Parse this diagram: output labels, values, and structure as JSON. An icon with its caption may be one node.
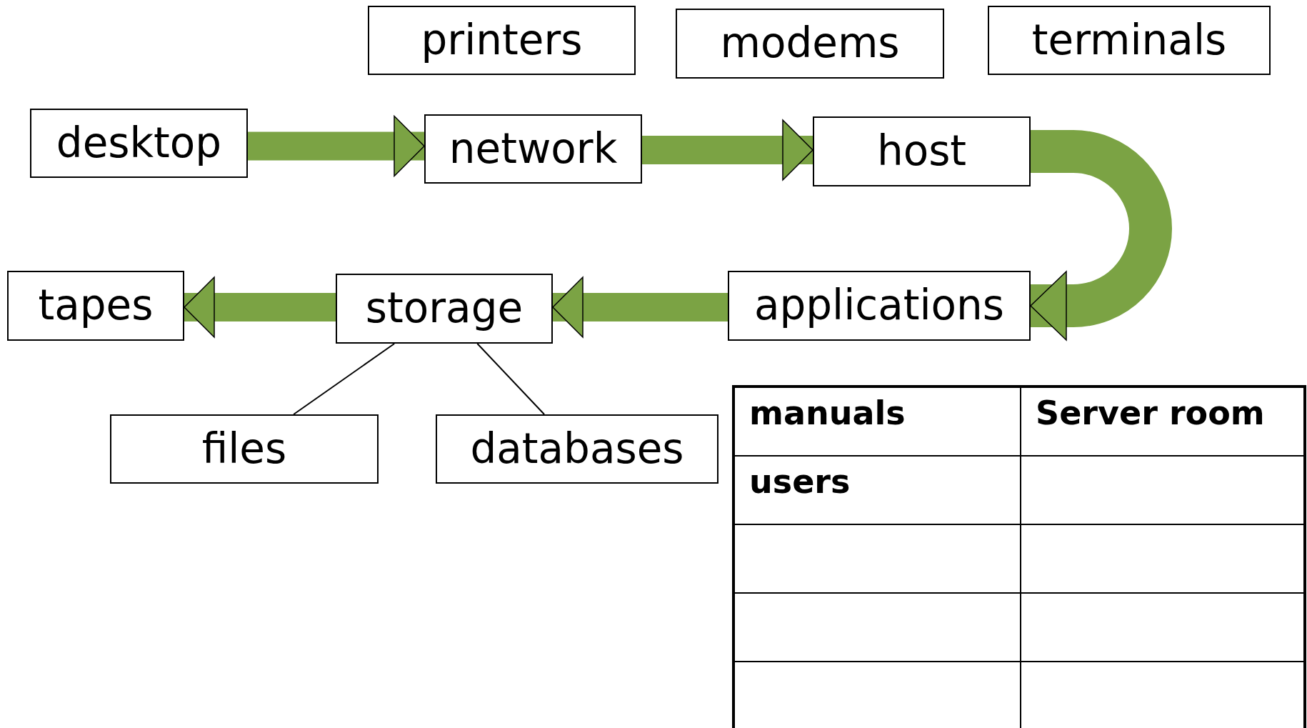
{
  "diagram": {
    "nodes": [
      {
        "text": [
          "printers"
        ]
      },
      {
        "text": [
          "modems"
        ]
      },
      {
        "text": [
          "terminals"
        ]
      },
      {
        "text": [
          "desktop"
        ]
      },
      {
        "text": [
          "network"
        ]
      },
      {
        "text": [
          "host"
        ]
      },
      {
        "text": [
          "tapes"
        ]
      },
      {
        "text": [
          "storage"
        ]
      },
      {
        "text": [
          "applications"
        ]
      },
      {
        "text": [
          "files"
        ]
      },
      {
        "text": [
          "databases"
        ]
      }
    ],
    "edges": [
      {
        "from": 3,
        "to": 4,
        "arrow": "to"
      },
      {
        "from": 4,
        "to": 5,
        "arrow": "to"
      },
      {
        "from": 5,
        "to": 8,
        "arrow": "to"
      },
      {
        "from": 8,
        "to": 7,
        "arrow": "to"
      },
      {
        "from": 7,
        "to": 6,
        "arrow": "to"
      },
      {
        "from": 7,
        "to": 9,
        "arrow": "none",
        "color": "#000000"
      },
      {
        "from": 7,
        "to": 10,
        "arrow": "none",
        "color": "#000000"
      }
    ],
    "labels": [
      "manuals",
      "Server room",
      "users"
    ]
  }
}
